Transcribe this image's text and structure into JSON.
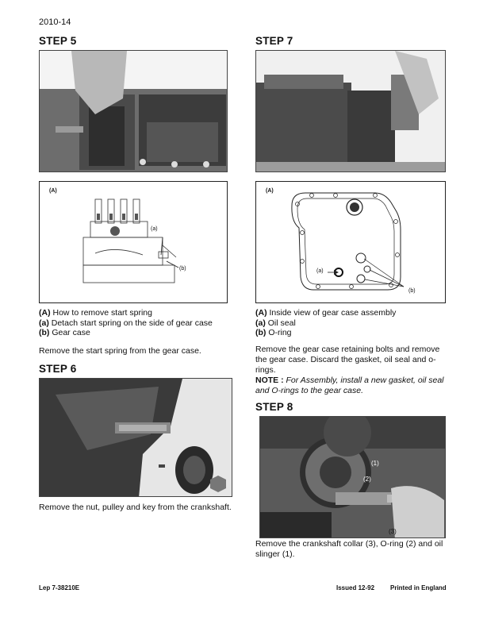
{
  "page_header": {
    "doc_number": "2010-14"
  },
  "steps": {
    "step5": {
      "title": "STEP 5",
      "diagram_tag": "(A)",
      "callout_a": "(a)",
      "callout_b": "(b)",
      "legend": [
        {
          "key": "(A)",
          "text": " How to remove start spring"
        },
        {
          "key": "(a)",
          "text": " Detach start spring on the side of gear case"
        },
        {
          "key": "(b)",
          "text": " Gear case"
        }
      ],
      "instruction": "Remove the start spring from the gear case."
    },
    "step6": {
      "title": "STEP 6",
      "instruction": "Remove the nut, pulley and key from the crankshaft."
    },
    "step7": {
      "title": "STEP 7",
      "diagram_tag": "(A)",
      "callout_a": "(a)",
      "callout_b": "(b)",
      "legend": [
        {
          "key": "(A)",
          "text": " Inside view of gear case assembly"
        },
        {
          "key": "(a)",
          "text": " Oil seal"
        },
        {
          "key": "(b)",
          "text": " O-ring"
        }
      ],
      "instruction": "Remove the gear case retaining bolts and remove the gear case. Discard the gasket, oil seal and o-rings.",
      "note_label": "NOTE :",
      "note_text": " For Assembly, install a new gasket, oil seal and O-rings to the gear case."
    },
    "step8": {
      "title": "STEP 8",
      "callout_1": "(1)",
      "callout_2": "(2)",
      "callout_3": "(3)",
      "instruction": "Remove the crankshaft collar (3), O-ring (2) and oil slinger (1)."
    }
  },
  "footer": {
    "doc_ref": "Lep 7-38210E",
    "issued": "Issued 12-92",
    "printed": "Printed in England"
  }
}
